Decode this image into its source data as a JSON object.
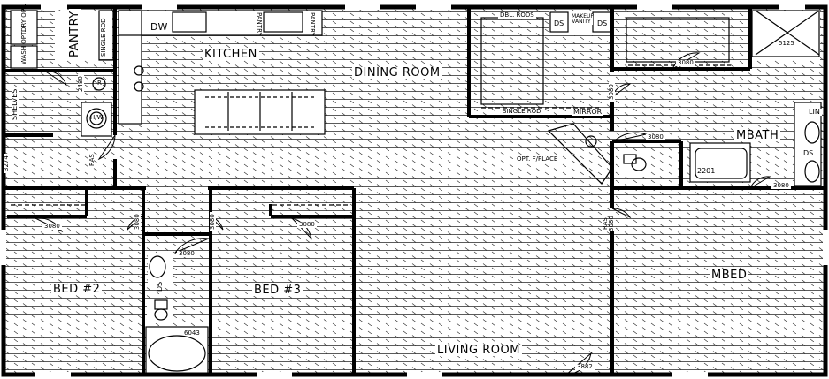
{
  "rooms": {
    "kitchen": "KITCHEN",
    "dining": "DINING ROOM",
    "living": "LIVING ROOM",
    "bed2": "BED #2",
    "bed3": "BED #3",
    "mbed": "MBED",
    "mbath": "MBATH",
    "pantry": "PANTRY"
  },
  "fixtures": {
    "dw": "DW",
    "pantry_small_1": "PANTRY",
    "pantry_small_2": "PANTRY",
    "single_rod_1": "SINGLE ROD",
    "single_rod_2": "SINGLE ROD",
    "dbl_rods": "DBL. RODS",
    "makeup_vanity": "MAKEUP VANITY",
    "ds1": "DS",
    "ds2": "DS",
    "ds3": "DS",
    "ds4": "DS",
    "mirror": "MIRROR",
    "lin": "LIN",
    "shelves": "SHELVES",
    "wash": "WASH OPT.",
    "dry": "DRY OPT.",
    "hw": "H/W",
    "rf": "R",
    "opt_fplace": "OPT. F/PLACE",
    "shower": "5125",
    "tub_m": "2201",
    "tub_b2": "6043",
    "ras_1": "RAS",
    "ras_2": "RAS"
  },
  "doors": {
    "d1": "3080",
    "d2": "3080",
    "d3": "3080",
    "d4": "3080",
    "d5": "3080",
    "d6": "3080",
    "d7": "3080",
    "d8": "3080",
    "d9": "3080",
    "d10": "3080",
    "d11": "2480",
    "d12": "3274",
    "d13": "3882"
  }
}
